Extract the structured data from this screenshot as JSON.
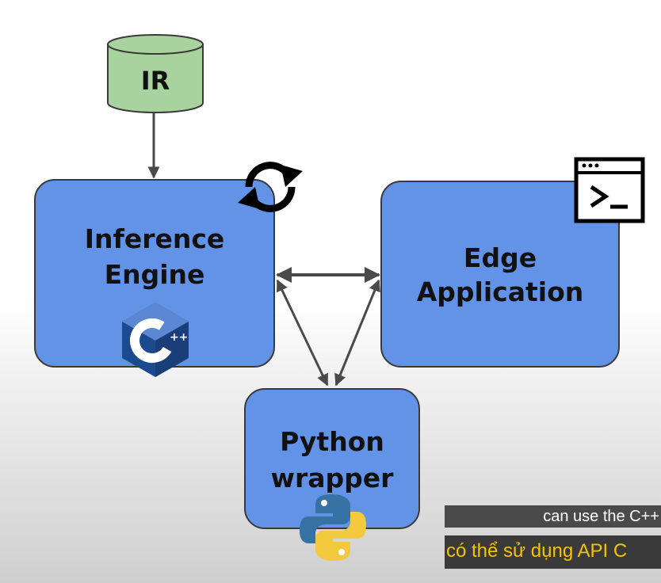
{
  "diagram": {
    "nodes": {
      "ir": {
        "label": "IR"
      },
      "inference_engine": {
        "line1": "Inference",
        "line2": "Engine"
      },
      "edge_application": {
        "line1": "Edge",
        "line2": "Application"
      },
      "python_wrapper": {
        "line1": "Python",
        "line2": "wrapper"
      }
    },
    "colors": {
      "box_fill": "#6393e6",
      "ir_fill": "#a9d39e",
      "arrow": "#4a4a4a",
      "cpp_logo": "#1c4a8f",
      "python_blue": "#3772a4",
      "python_yellow": "#f3c93d"
    },
    "icons": [
      "cylinder-icon",
      "sync-icon",
      "terminal-icon",
      "cpp-logo-icon",
      "python-logo-icon"
    ],
    "edges": [
      {
        "from": "ir",
        "to": "inference_engine",
        "direction": "forward"
      },
      {
        "from": "inference_engine",
        "to": "edge_application",
        "direction": "both"
      },
      {
        "from": "inference_engine",
        "to": "python_wrapper",
        "direction": "both"
      },
      {
        "from": "edge_application",
        "to": "python_wrapper",
        "direction": "both"
      }
    ]
  },
  "subtitles": {
    "english": "can use the C++",
    "vietnamese": "có thể sử dụng API C",
    "vietnamese_color": "#f5c400"
  }
}
